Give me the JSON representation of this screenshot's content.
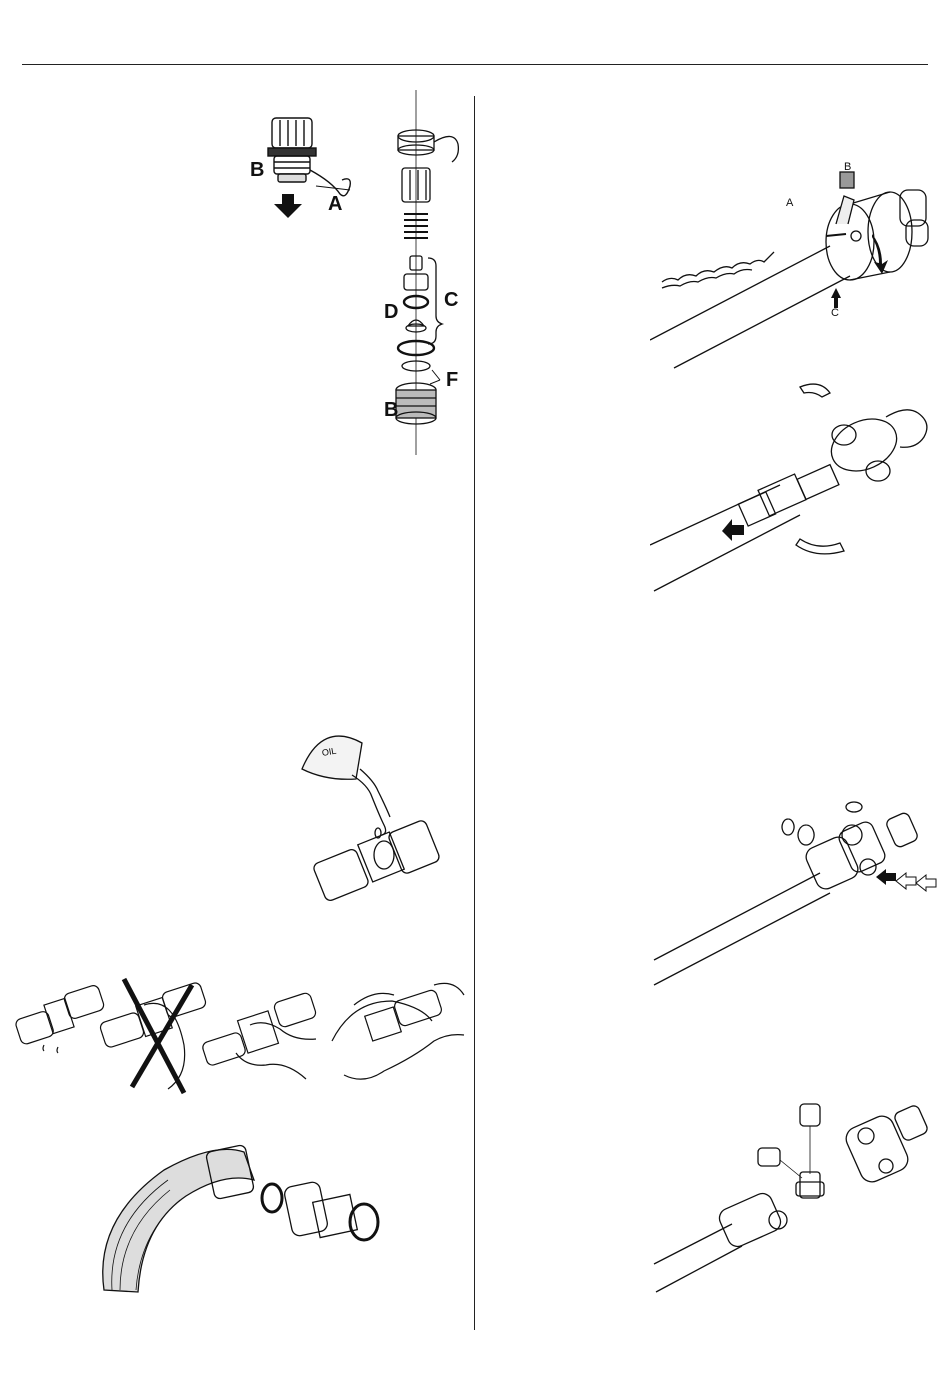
{
  "figures": {
    "filter": {
      "label_a": "A",
      "label_b_top": "B",
      "label_b_bottom": "B",
      "label_c": "C",
      "label_d": "D",
      "label_f": "F"
    },
    "pto_guard_removal": {
      "label_a": "A",
      "label_b": "B",
      "label_c": "C"
    },
    "guard_halves": {},
    "oil_can": {
      "can_text": "OIL"
    },
    "pipe_tightening": {},
    "hose_coupling": {},
    "cross_journal_press": {},
    "cross_journal_parts": {}
  }
}
